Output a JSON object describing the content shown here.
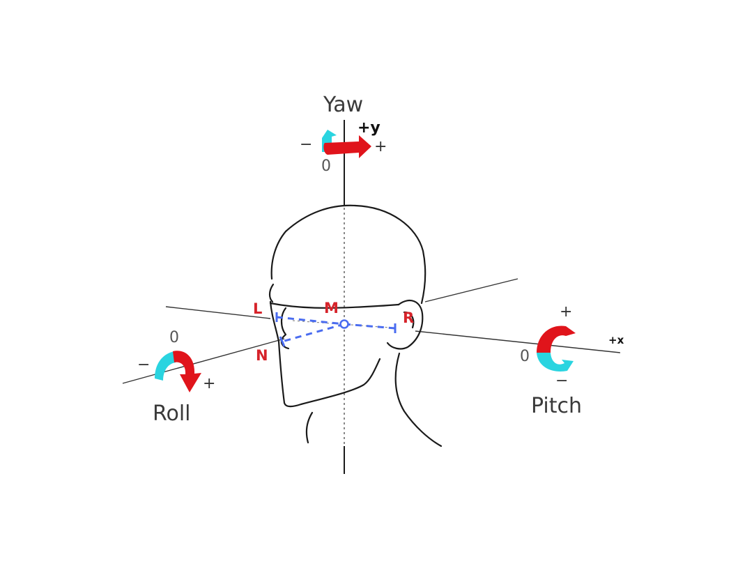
{
  "axes": {
    "yaw": {
      "label": "Yaw",
      "direction": "+y",
      "minus": "−",
      "plus": "+",
      "zero": "0"
    },
    "roll": {
      "label": "Roll",
      "minus": "−",
      "plus": "+",
      "zero": "0"
    },
    "pitch": {
      "label": "Pitch",
      "direction": "+x",
      "minus": "−",
      "plus": "+",
      "zero": "0"
    }
  },
  "points": {
    "left": "L",
    "middle": "M",
    "right": "R",
    "nose": "N"
  },
  "colors": {
    "positive_arrow": "#e0141b",
    "negative_arrow": "#2ad4e0",
    "dashed_lines": "#4a6cf0",
    "point_labels": "#d6232a",
    "outline": "#1a1a1a"
  }
}
